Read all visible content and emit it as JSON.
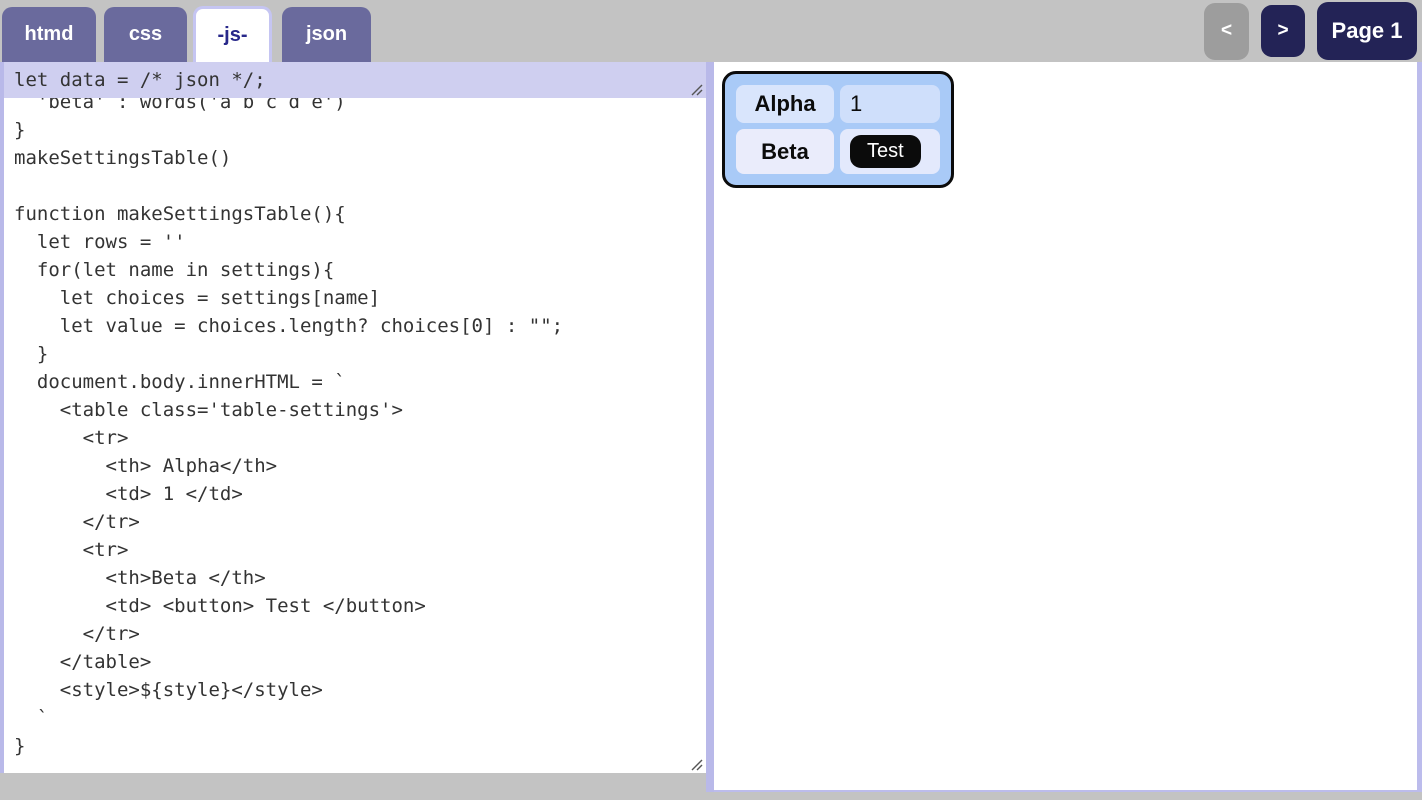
{
  "tabs": [
    {
      "label": "htmd",
      "active": false
    },
    {
      "label": "css",
      "active": false
    },
    {
      "label": "-js-",
      "active": true
    },
    {
      "label": "json",
      "active": false
    }
  ],
  "pager": {
    "prev_label": "<",
    "next_label": ">",
    "page_label": "Page 1"
  },
  "editor": {
    "json_line": "let data = /* json */;",
    "js_code": "  'beta' : words('a b c d e')\n}\nmakeSettingsTable()\n\nfunction makeSettingsTable(){\n  let rows = ''\n  for(let name in settings){\n    let choices = settings[name]\n    let value = choices.length? choices[0] : \"\";\n  }\n  document.body.innerHTML = `\n    <table class='table-settings'>\n      <tr>\n        <th> Alpha</th>\n        <td> 1 </td>\n      </tr>\n      <tr>\n        <th>Beta </th>\n        <td> <button> Test </button>\n      </tr>\n    </table>\n    <style>${style}</style>\n  `\n}"
  },
  "preview": {
    "rows": [
      {
        "header": "Alpha",
        "value": "1",
        "kind": "text"
      },
      {
        "header": "Beta",
        "value": "Test",
        "kind": "button"
      }
    ]
  },
  "colors": {
    "topbar_gray": "#c3c3c3",
    "tab_inactive": "#6a6a9d",
    "tab_active_border": "#c5c5f2",
    "tab_active_text": "#28288a",
    "nav_navy": "#232356",
    "nav_disabled_gray": "#9d9d9d",
    "json_field_bg": "#cfcff0",
    "panel_divider": "#b9b9e9",
    "preview_table_bg": "#a9caf7",
    "test_button_bg": "#0b0b0b"
  }
}
